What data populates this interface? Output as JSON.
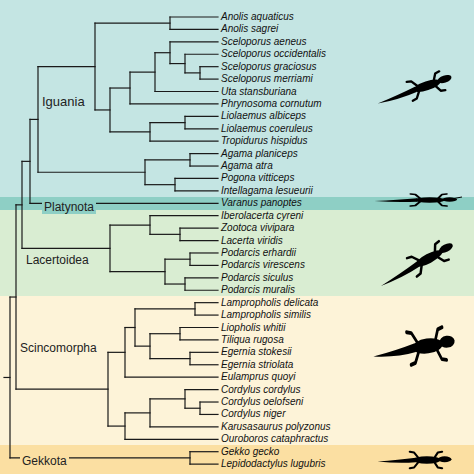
{
  "diagram": {
    "nodes": [
      {
        "text": [
          "Iguania"
        ]
      },
      {
        "text": [
          "Platynota"
        ]
      },
      {
        "text": [
          "Lacertoidea"
        ]
      },
      {
        "text": [
          "Scincomorpha"
        ]
      },
      {
        "text": [
          "Gekkota"
        ]
      }
    ],
    "labels": [
      "Anolis aquaticus",
      "Anolis sagrei",
      "Sceloporus aeneus",
      "Sceloporus occidentalis",
      "Sceloporus graciosus",
      "Sceloporus merriami",
      "Uta stansburiana",
      "Phrynosoma cornutum",
      "Liolaemus albiceps",
      "Liolaemus coeruleus",
      "Tropidurus hispidus",
      "Agama planiceps",
      "Agama atra",
      "Pogona vitticeps",
      "Intellagama lesueurii",
      "Varanus panoptes",
      "Iberolacerta cyreni",
      "Zootoca vivipara",
      "Lacerta viridis",
      "Podarcis erhardii",
      "Podarcis virescens",
      "Podarcis siculus",
      "Podarcis muralis",
      "Lampropholis delicata",
      "Lampropholis similis",
      "Liopholis whitii",
      "Tiliqua rugosa",
      "Egernia stokesii",
      "Egernia striolata",
      "Eulamprus quoyi",
      "Cordylus cordylus",
      "Cordylus oelofseni",
      "Cordylus niger",
      "Karusasaurus polyzonus",
      "Ouroboros cataphractus",
      "Gekko gecko",
      "Lepidodactylus lugubris"
    ]
  }
}
